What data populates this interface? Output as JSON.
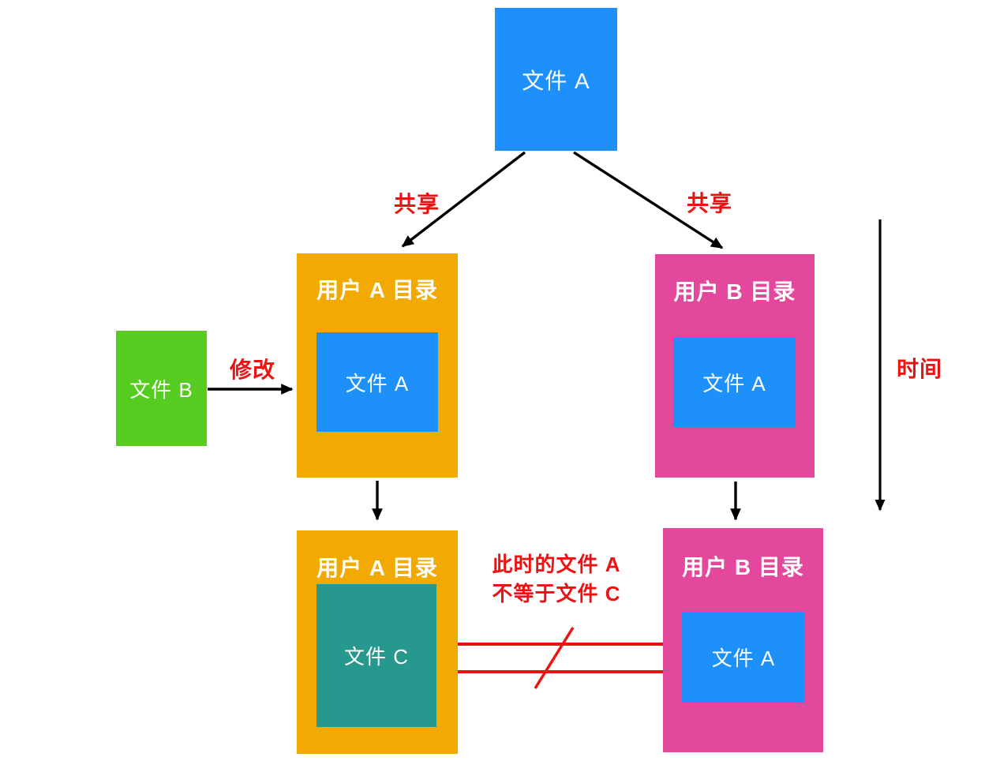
{
  "diagram": {
    "description_labels": {
      "share_left": "共享",
      "share_right": "共享",
      "modify": "修改",
      "time": "时间",
      "note_line1": "此时的文件 A",
      "note_line2": "不等于文件 C"
    },
    "nodes": {
      "file_a_top": {
        "label": "文件 A"
      },
      "file_b": {
        "label": "文件 B"
      },
      "dir_a_top": {
        "title": "用户 A 目录",
        "file_label": "文件 A"
      },
      "dir_b_top": {
        "title": "用户 B 目录",
        "file_label": "文件 A"
      },
      "dir_a_bottom": {
        "title": "用户 A 目录",
        "file_label": "文件 C"
      },
      "dir_b_bottom": {
        "title": "用户 B 目录",
        "file_label": "文件 A"
      }
    },
    "colors": {
      "file_blue": "#1E90FA",
      "dir_orange": "#F2A902",
      "dir_pink": "#E3489D",
      "file_green": "#55CC1F",
      "file_teal": "#27988E",
      "annotation_red": "#EE1111",
      "arrow_black": "#000000",
      "background": "#FFFFFF"
    }
  }
}
